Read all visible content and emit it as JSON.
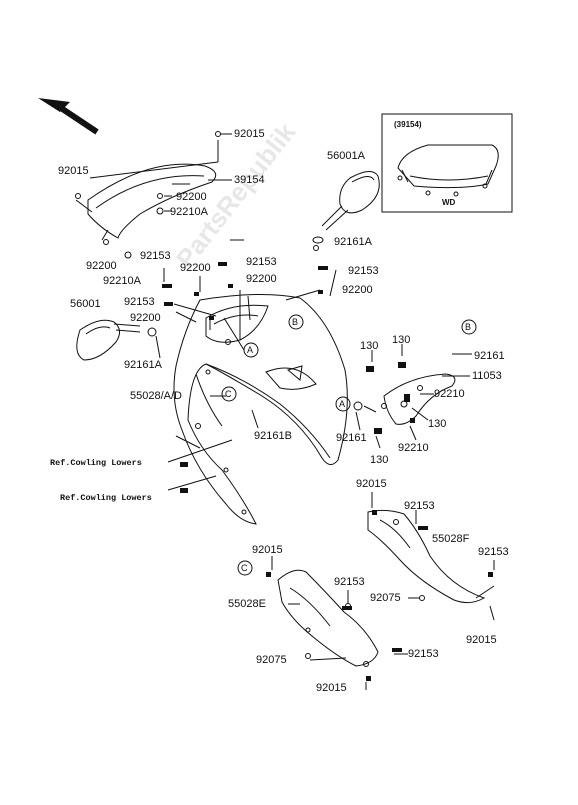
{
  "labels": {
    "p92015_a": "92015",
    "p39154": "39154",
    "p92015_b": "92015",
    "p92200_a": "92200",
    "p92210A_a": "92210A",
    "p92200_b": "92200",
    "p92210A_b": "92210A",
    "p56001A": "56001A",
    "p92161A_a": "92161A",
    "p92153_a": "92153",
    "p92200_c": "92200",
    "p92153_b": "92153",
    "p92200_d": "92200",
    "p92153_c": "92153",
    "p92200_e": "92200",
    "p92153_d": "92153",
    "p92200_f": "92200",
    "p56001": "56001",
    "p92161A_b": "92161A",
    "p55028AD": "55028/A/D",
    "p92161B": "92161B",
    "p130_a": "130",
    "p130_b": "130",
    "p92161_a": "92161",
    "p11053": "11053",
    "p92210_a": "92210",
    "p130_c": "130",
    "p92161_b": "92161",
    "p92210_b": "92210",
    "p130_d": "130",
    "p92015_c": "92015",
    "p92153_e": "92153",
    "p55028F": "55028F",
    "p92153_f": "92153",
    "p92075_a": "92075",
    "p92015_d": "92015",
    "p92015_e": "92015",
    "p92153_g": "92153",
    "p55028E": "55028E",
    "p92075_b": "92075",
    "p92153_h": "92153",
    "p92015_f": "92015"
  },
  "refs": {
    "ref_lowers_1": "Ref.Cowling Lowers",
    "ref_lowers_2": "Ref.Cowling Lowers"
  },
  "inset": {
    "code": "(39154)",
    "note": "WD"
  },
  "callouts": {
    "A1": "A",
    "A2": "A",
    "B1": "B",
    "B2": "B",
    "C1": "C",
    "C2": "C"
  },
  "watermark": "PartsRepublik",
  "colors": {
    "line": "#111111",
    "background": "#ffffff",
    "watermark": "#787878"
  }
}
